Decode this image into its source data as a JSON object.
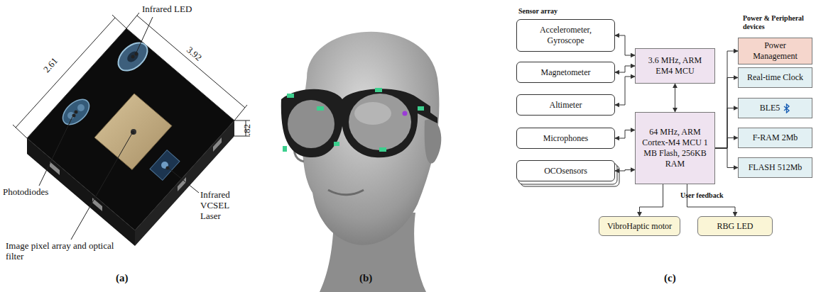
{
  "diagram": {
    "nodes": [
      {
        "text": [
          "Accelerometer, Gyroscope"
        ]
      },
      {
        "text": [
          "Magnetometer"
        ]
      },
      {
        "text": [
          "Altimeter"
        ]
      },
      {
        "text": [
          "Microphones"
        ]
      },
      {
        "text": [
          "OCOsensors"
        ]
      },
      {
        "text": [
          "3.6 MHz, ARM EM4 MCU"
        ]
      },
      {
        "text": [
          "64 MHz, ARM Cortex-M4 MCU 1 MB Flash, 256KB RAM"
        ]
      },
      {
        "text": [
          "Power Management"
        ]
      },
      {
        "text": [
          "Real-time Clock"
        ]
      },
      {
        "text": [
          "BLE5"
        ]
      },
      {
        "text": [
          "F-RAM 2Mb"
        ]
      },
      {
        "text": [
          "FLASH 512Mb"
        ]
      },
      {
        "text": [
          "VibroHaptic motor"
        ]
      },
      {
        "text": [
          "RBG LED"
        ]
      }
    ],
    "edges": [
      {
        "from": 0,
        "to": 5,
        "arrow": "both"
      },
      {
        "from": 1,
        "to": 5,
        "arrow": "both"
      },
      {
        "from": 2,
        "to": 5,
        "arrow": "both"
      },
      {
        "from": 5,
        "to": 6,
        "arrow": "both"
      },
      {
        "from": 3,
        "to": 6,
        "arrow": "both"
      },
      {
        "from": 4,
        "to": 6,
        "arrow": "both"
      },
      {
        "from": 6,
        "to": 7,
        "arrow": "to"
      },
      {
        "from": 6,
        "to": 8,
        "arrow": "to"
      },
      {
        "from": 6,
        "to": 9,
        "arrow": "to"
      },
      {
        "from": 6,
        "to": 10,
        "arrow": "to"
      },
      {
        "from": 6,
        "to": 11,
        "arrow": "to"
      },
      {
        "from": 6,
        "to": 12,
        "arrow": "to"
      },
      {
        "from": 6,
        "to": 13,
        "arrow": "to"
      }
    ],
    "labels": [
      "Infrared LED",
      "2.61",
      "3.92",
      "Photodiodes",
      ".82",
      "Image pixel array and optical filter",
      "Infrared VCSEL Laser",
      "(a)",
      "(b)",
      "Sensor array",
      "Power & Peripheral devices",
      "User feedback",
      "(c)"
    ]
  }
}
